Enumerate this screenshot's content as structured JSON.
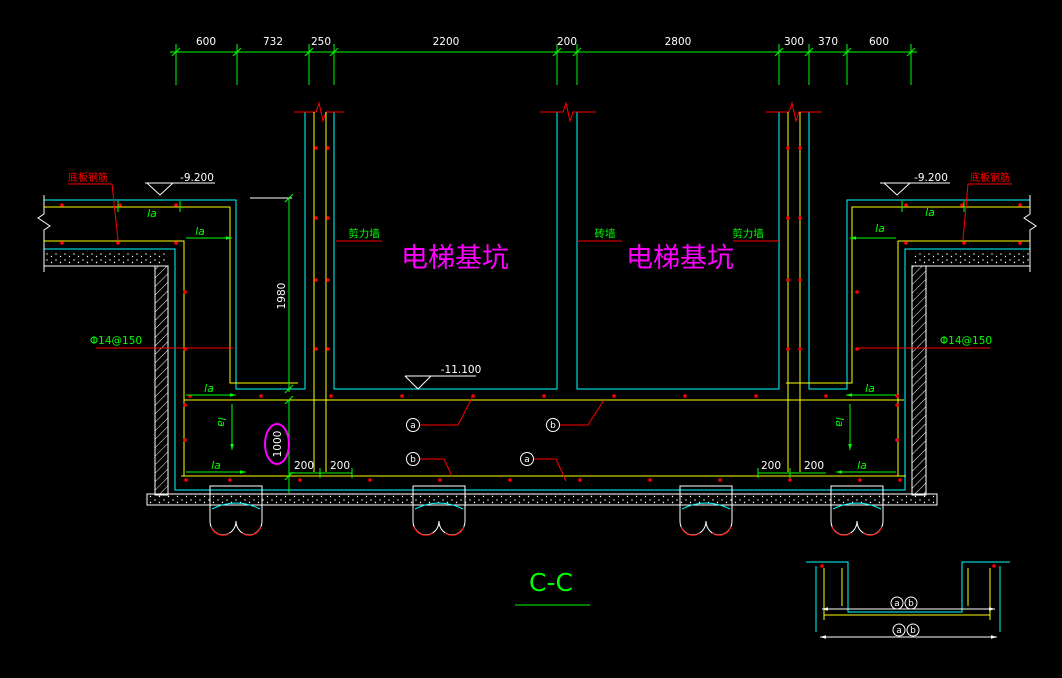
{
  "section_title": "C-C",
  "top_dimensions": [
    "600",
    "732",
    "250",
    "2200",
    "200",
    "2800",
    "300",
    "370",
    "600"
  ],
  "left_slab": {
    "rebar_label": "底板钢筋",
    "elevation": "-9.200",
    "wall_rebar": "Φ14@150"
  },
  "right_slab": {
    "rebar_label": "底板钢筋",
    "elevation": "-9.200",
    "wall_rebar": "Φ14@150"
  },
  "walls": {
    "shear_wall_left": "剪力墙",
    "brick_wall": "砖墙",
    "shear_wall_right": "剪力墙"
  },
  "pits": [
    "电梯基坑",
    "电梯基坑"
  ],
  "pit_bottom_elevation": "-11.100",
  "vertical_dimensions": {
    "pit_depth": "1980",
    "slab_thickness": "1000"
  },
  "bottom_dimensions": [
    "200",
    "200",
    "200",
    "200"
  ],
  "anchor_labels": [
    "la",
    "la",
    "la",
    "la",
    "la",
    "la",
    "la",
    "la",
    "la",
    "la"
  ],
  "bar_marks": [
    "a",
    "b",
    "b",
    "a"
  ],
  "detail": {
    "marks_upper": [
      "a",
      "b"
    ],
    "marks_lower": [
      "a",
      "b"
    ]
  },
  "colors": {
    "background": "#000000",
    "dimension": "#00ff00",
    "concrete_outline": "#00ffff",
    "rebar": "#ffff00",
    "leader": "#ff0000",
    "pit_label": "#ff00ff",
    "annotation": "#ffffff"
  }
}
